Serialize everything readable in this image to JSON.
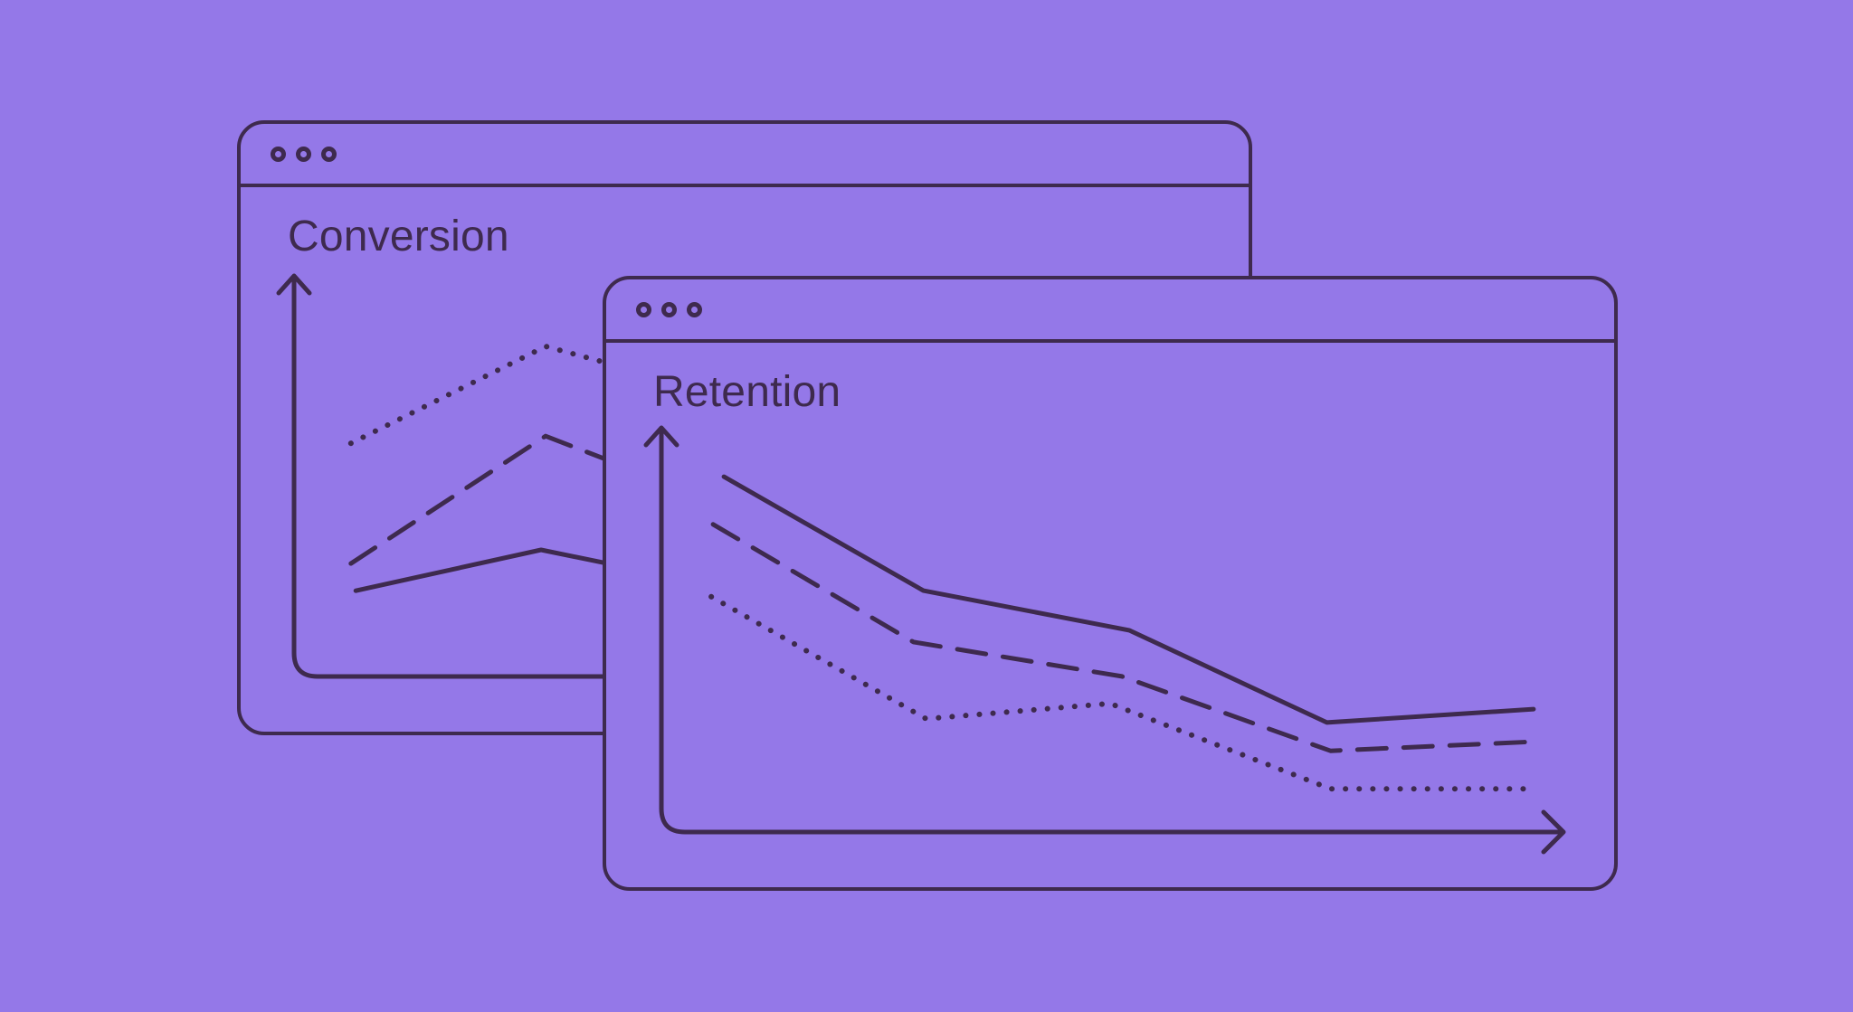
{
  "illustration": {
    "description": "Two overlapping browser-style windows on a purple background, each showing a sketched line chart",
    "colors": {
      "background": "#9478e8",
      "ink": "#3e2a4e"
    }
  },
  "windows": [
    {
      "id": "conversion",
      "title": "Conversion",
      "titlebar_dots": 3,
      "chart_data": {
        "type": "line",
        "title": "Conversion",
        "xlabel": "",
        "ylabel": "",
        "axes_labeled": false,
        "grid": false,
        "legend": "none",
        "note": "unlabeled sketch chart; y values estimated 0-100 from axis height, x as % of axis length; right side hidden behind front window",
        "series": [
          {
            "name": "dotted-top",
            "style": "dotted",
            "points": [
              {
                "x": 17.7,
                "y": 58.2
              },
              {
                "x": 78.3,
                "y": 82.4
              },
              {
                "x": 100,
                "y": 77.7
              }
            ]
          },
          {
            "name": "dashed-middle",
            "style": "dashed",
            "points": [
              {
                "x": 17.7,
                "y": 28.2
              },
              {
                "x": 78.3,
                "y": 60.0
              },
              {
                "x": 100,
                "y": 53.3
              }
            ]
          },
          {
            "name": "solid-bottom",
            "style": "solid",
            "points": [
              {
                "x": 19.2,
                "y": 21.4
              },
              {
                "x": 76.9,
                "y": 31.6
              },
              {
                "x": 100,
                "y": 27.8
              }
            ]
          }
        ]
      }
    },
    {
      "id": "retention",
      "title": "Retention",
      "titlebar_dots": 3,
      "chart_data": {
        "type": "line",
        "title": "Retention",
        "xlabel": "",
        "ylabel": "",
        "axes_labeled": false,
        "grid": false,
        "legend": "none",
        "note": "unlabeled sketch chart; declining curves; y values estimated 0-100 from axis height, x as % of axis length",
        "series": [
          {
            "name": "solid-top",
            "style": "solid",
            "points": [
              {
                "x": 6.9,
                "y": 87.9
              },
              {
                "x": 28.9,
                "y": 59.7
              },
              {
                "x": 51.6,
                "y": 49.9
              },
              {
                "x": 73.4,
                "y": 27.1
              },
              {
                "x": 96.2,
                "y": 30.4
              }
            ]
          },
          {
            "name": "dashed-middle",
            "style": "dashed",
            "points": [
              {
                "x": 5.7,
                "y": 76.1
              },
              {
                "x": 27.8,
                "y": 47.0
              },
              {
                "x": 50.8,
                "y": 38.5
              },
              {
                "x": 73.8,
                "y": 20.1
              },
              {
                "x": 96.7,
                "y": 22.4
              }
            ]
          },
          {
            "name": "dotted-bottom",
            "style": "dotted",
            "points": [
              {
                "x": 5.5,
                "y": 58.2
              },
              {
                "x": 29.2,
                "y": 28.0
              },
              {
                "x": 49.5,
                "y": 31.8
              },
              {
                "x": 73.8,
                "y": 10.7
              },
              {
                "x": 96.4,
                "y": 10.7
              }
            ]
          }
        ]
      }
    }
  ]
}
